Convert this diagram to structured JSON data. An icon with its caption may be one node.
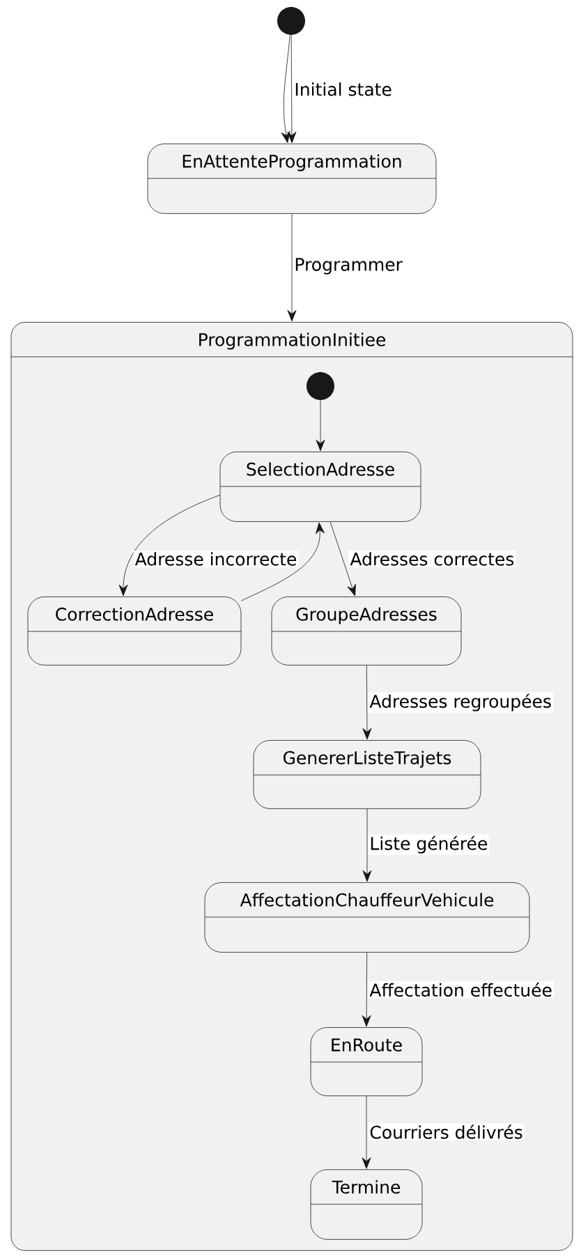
{
  "diagram": {
    "nodes": [
      {
        "text": [],
        "shape": "circle"
      },
      {
        "text": [
          "EnAttenteProgrammation"
        ]
      },
      {
        "text": [
          "ProgrammationInitiee"
        ]
      },
      {
        "text": [],
        "shape": "circle",
        "in": 2
      },
      {
        "text": [
          "SelectionAdresse"
        ],
        "in": 2
      },
      {
        "text": [
          "CorrectionAdresse"
        ],
        "in": 2
      },
      {
        "text": [
          "GroupeAdresses"
        ],
        "in": 2
      },
      {
        "text": [
          "GenererListeTrajets"
        ],
        "in": 2
      },
      {
        "text": [
          "AffectationChauffeurVehicule"
        ],
        "in": 2
      },
      {
        "text": [
          "EnRoute"
        ],
        "in": 2
      },
      {
        "text": [
          "Termine"
        ],
        "in": 2
      }
    ],
    "edges": [
      {
        "from": 0,
        "to": 1,
        "arrow": "to"
      },
      {
        "from": 0,
        "to": 1,
        "arrow": "to",
        "label": "Initial state"
      },
      {
        "from": 1,
        "to": 2,
        "arrow": "to",
        "label": "Programmer"
      },
      {
        "from": 3,
        "to": 4,
        "arrow": "to"
      },
      {
        "from": 4,
        "to": 5,
        "arrow": "to",
        "label": "Adresse incorrecte"
      },
      {
        "from": 5,
        "to": 4,
        "arrow": "to"
      },
      {
        "from": 4,
        "to": 6,
        "arrow": "to",
        "label": "Adresses correctes"
      },
      {
        "from": 6,
        "to": 7,
        "arrow": "to",
        "label": "Adresses regroupées"
      },
      {
        "from": 7,
        "to": 8,
        "arrow": "to",
        "label": "Liste générée"
      },
      {
        "from": 8,
        "to": 9,
        "arrow": "to",
        "label": "Affectation effectuée"
      },
      {
        "from": 9,
        "to": 10,
        "arrow": "to",
        "label": "Courriers délivrés"
      }
    ]
  }
}
